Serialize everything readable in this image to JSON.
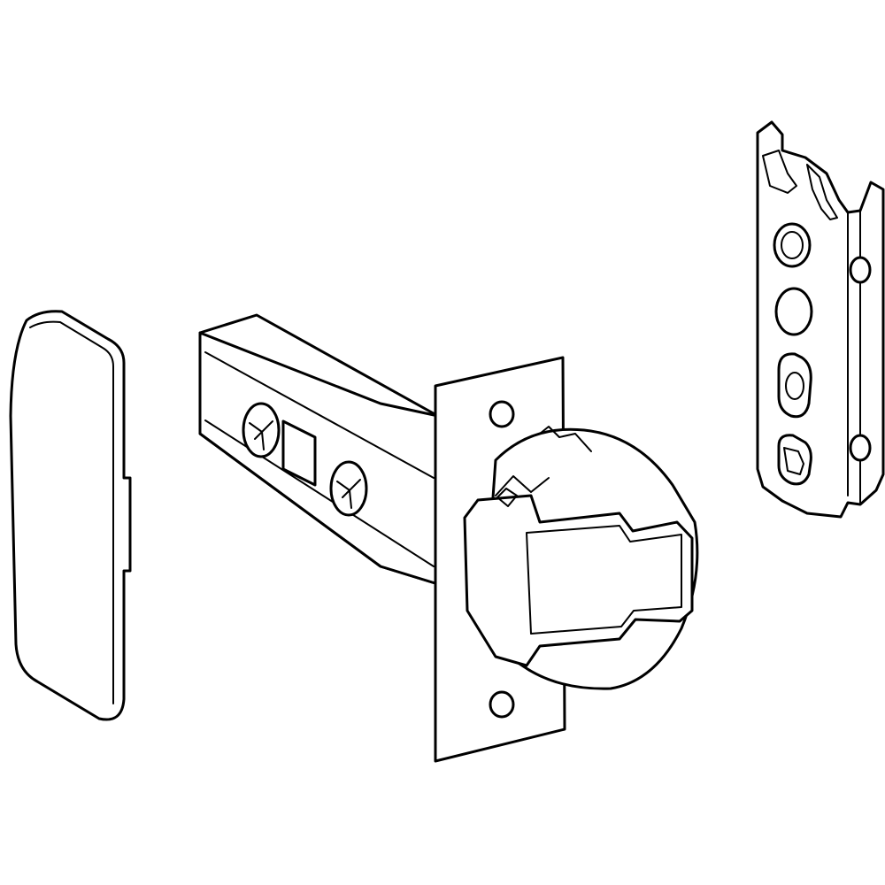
{
  "figure": {
    "background": "#ffffff",
    "line_color": "#000000",
    "parts": [
      {
        "name": "cover-cap"
      },
      {
        "name": "latch-mechanism"
      },
      {
        "name": "mounting-plate"
      }
    ]
  }
}
